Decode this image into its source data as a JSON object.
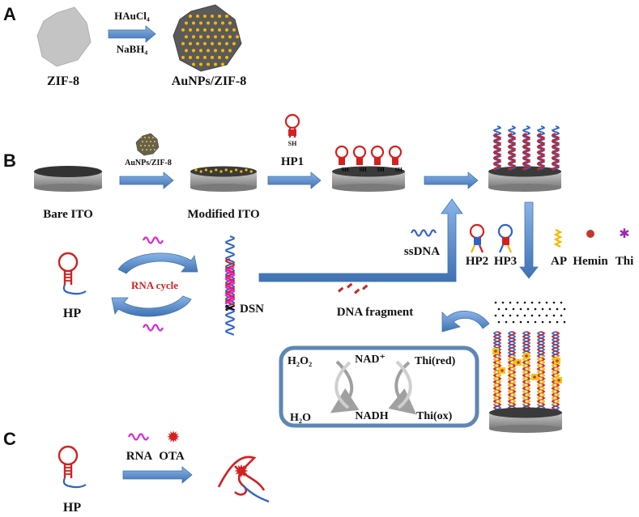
{
  "panels": {
    "a": "A",
    "b": "B",
    "c": "C"
  },
  "section_a": {
    "reagent_top": "HAuCl₄",
    "reagent_bottom": "NaBH₄",
    "left_label": "ZIF-8",
    "right_label": "AuNPs/ZIF-8"
  },
  "section_b": {
    "bare_ito": "Bare ITO",
    "modifier_label": "AuNPs/ZIF-8",
    "modified_ito": "Modified ITO",
    "hp1": "HP1",
    "sh": "SH",
    "ssdna": "ssDNA",
    "hp2": "HP2",
    "hp3": "HP3",
    "ap": "AP",
    "hemin": "Hemin",
    "thi": "Thi",
    "hp": "HP",
    "rna_cycle": "RNA cycle",
    "dsn": "DSN",
    "dna_fragment": "DNA fragment",
    "cycle": {
      "h2o2": "H₂O₂",
      "h2o": "H₂O",
      "nad_plus": "NAD⁺",
      "nadh": "NADH",
      "thi_red": "Thi(red)",
      "thi_ox": "Thi(ox)"
    }
  },
  "section_c": {
    "rna": "RNA",
    "ota": "OTA",
    "hp": "HP"
  },
  "colors": {
    "arrow": "#5b8fd0",
    "arrow_dark": "#3f72b3",
    "hairpin_red": "#d42020",
    "strand_blue": "#2f63c4",
    "rna_magenta": "#e020d8",
    "gold": "#f5b800",
    "electrode_top": "#3a3a3a",
    "electrode_side": "#9a9a9a"
  }
}
